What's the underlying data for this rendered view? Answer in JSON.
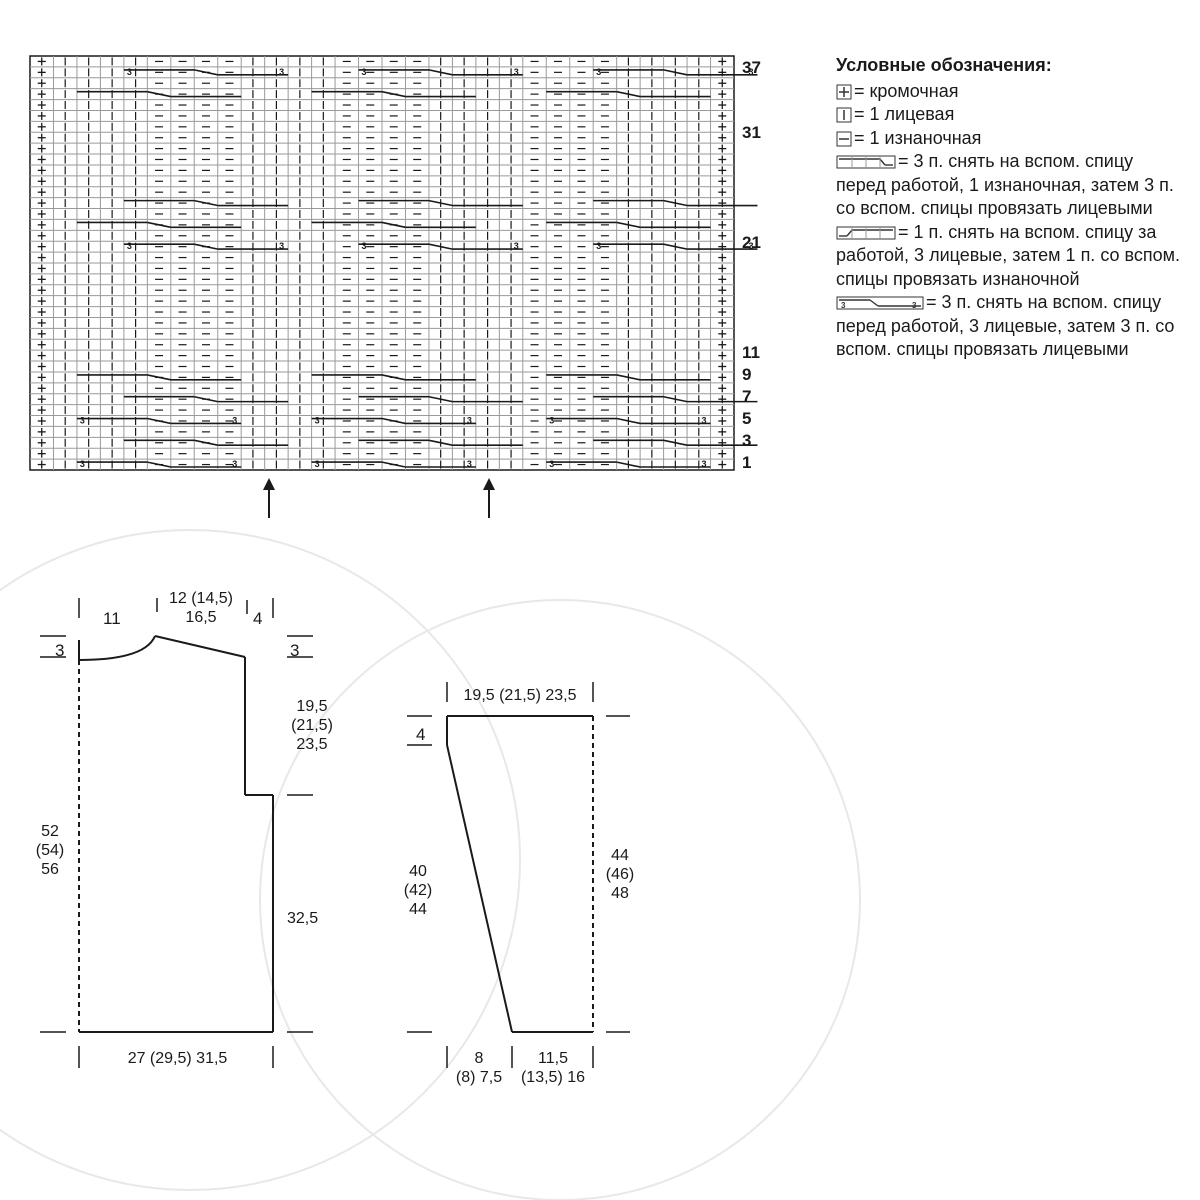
{
  "chart": {
    "columns": 30,
    "rows": 38,
    "row_numbers": [
      "37",
      "31",
      "21",
      "11",
      "9",
      "7",
      "5",
      "3",
      "1"
    ],
    "cable_label": "3"
  },
  "legend": {
    "title": "Условные обозначения:",
    "items": [
      {
        "symbol": "edge-stitch-icon",
        "text": "= кромочная"
      },
      {
        "symbol": "knit-stitch-icon",
        "text": "= 1 лицевая"
      },
      {
        "symbol": "purl-stitch-icon",
        "text": "= 1 изнаночная"
      },
      {
        "symbol": "cable-3-1-front-icon",
        "text": "= 3 п. снять на вспом. спицу перед работой, 1 изнаночная, затем 3 п. со вспом. спицы провязать лицевыми"
      },
      {
        "symbol": "cable-1-3-back-icon",
        "text": "= 1 п. снять на вспом. спицу за работой, 3 лицевые, затем 1 п. со вспом. спицы провязать изнаночной"
      },
      {
        "symbol": "cable-3-3-front-icon",
        "text": "= 3 п. снять на вспом. спицу перед работой, 3 лицевые, затем 3 п. со вспом. спицы провязать лицевыми"
      }
    ]
  },
  "body_piece": {
    "shoulder_left": "11",
    "neck_width_1": "12 (14,5)",
    "neck_width_2": "16,5",
    "shoulder_right": "4",
    "neck_drop_left": "3",
    "neck_drop_right": "3",
    "armhole_1": "19,5",
    "armhole_2": "(21,5)",
    "armhole_3": "23,5",
    "length_1": "52",
    "length_2": "(54)",
    "length_3": "56",
    "side": "32,5",
    "width": "27 (29,5) 31,5"
  },
  "sleeve_piece": {
    "top": "19,5 (21,5) 23,5",
    "cap": "4",
    "inner_1": "40",
    "inner_2": "(42)",
    "inner_3": "44",
    "outer_1": "44",
    "outer_2": "(46)",
    "outer_3": "48",
    "bottom_left_1": "8",
    "bottom_left_2": "(8) 7,5",
    "bottom_right_1": "11,5",
    "bottom_right_2": "(13,5) 16"
  },
  "colors": {
    "ink": "#1a1a1a",
    "grid": "#9a9a9a"
  }
}
